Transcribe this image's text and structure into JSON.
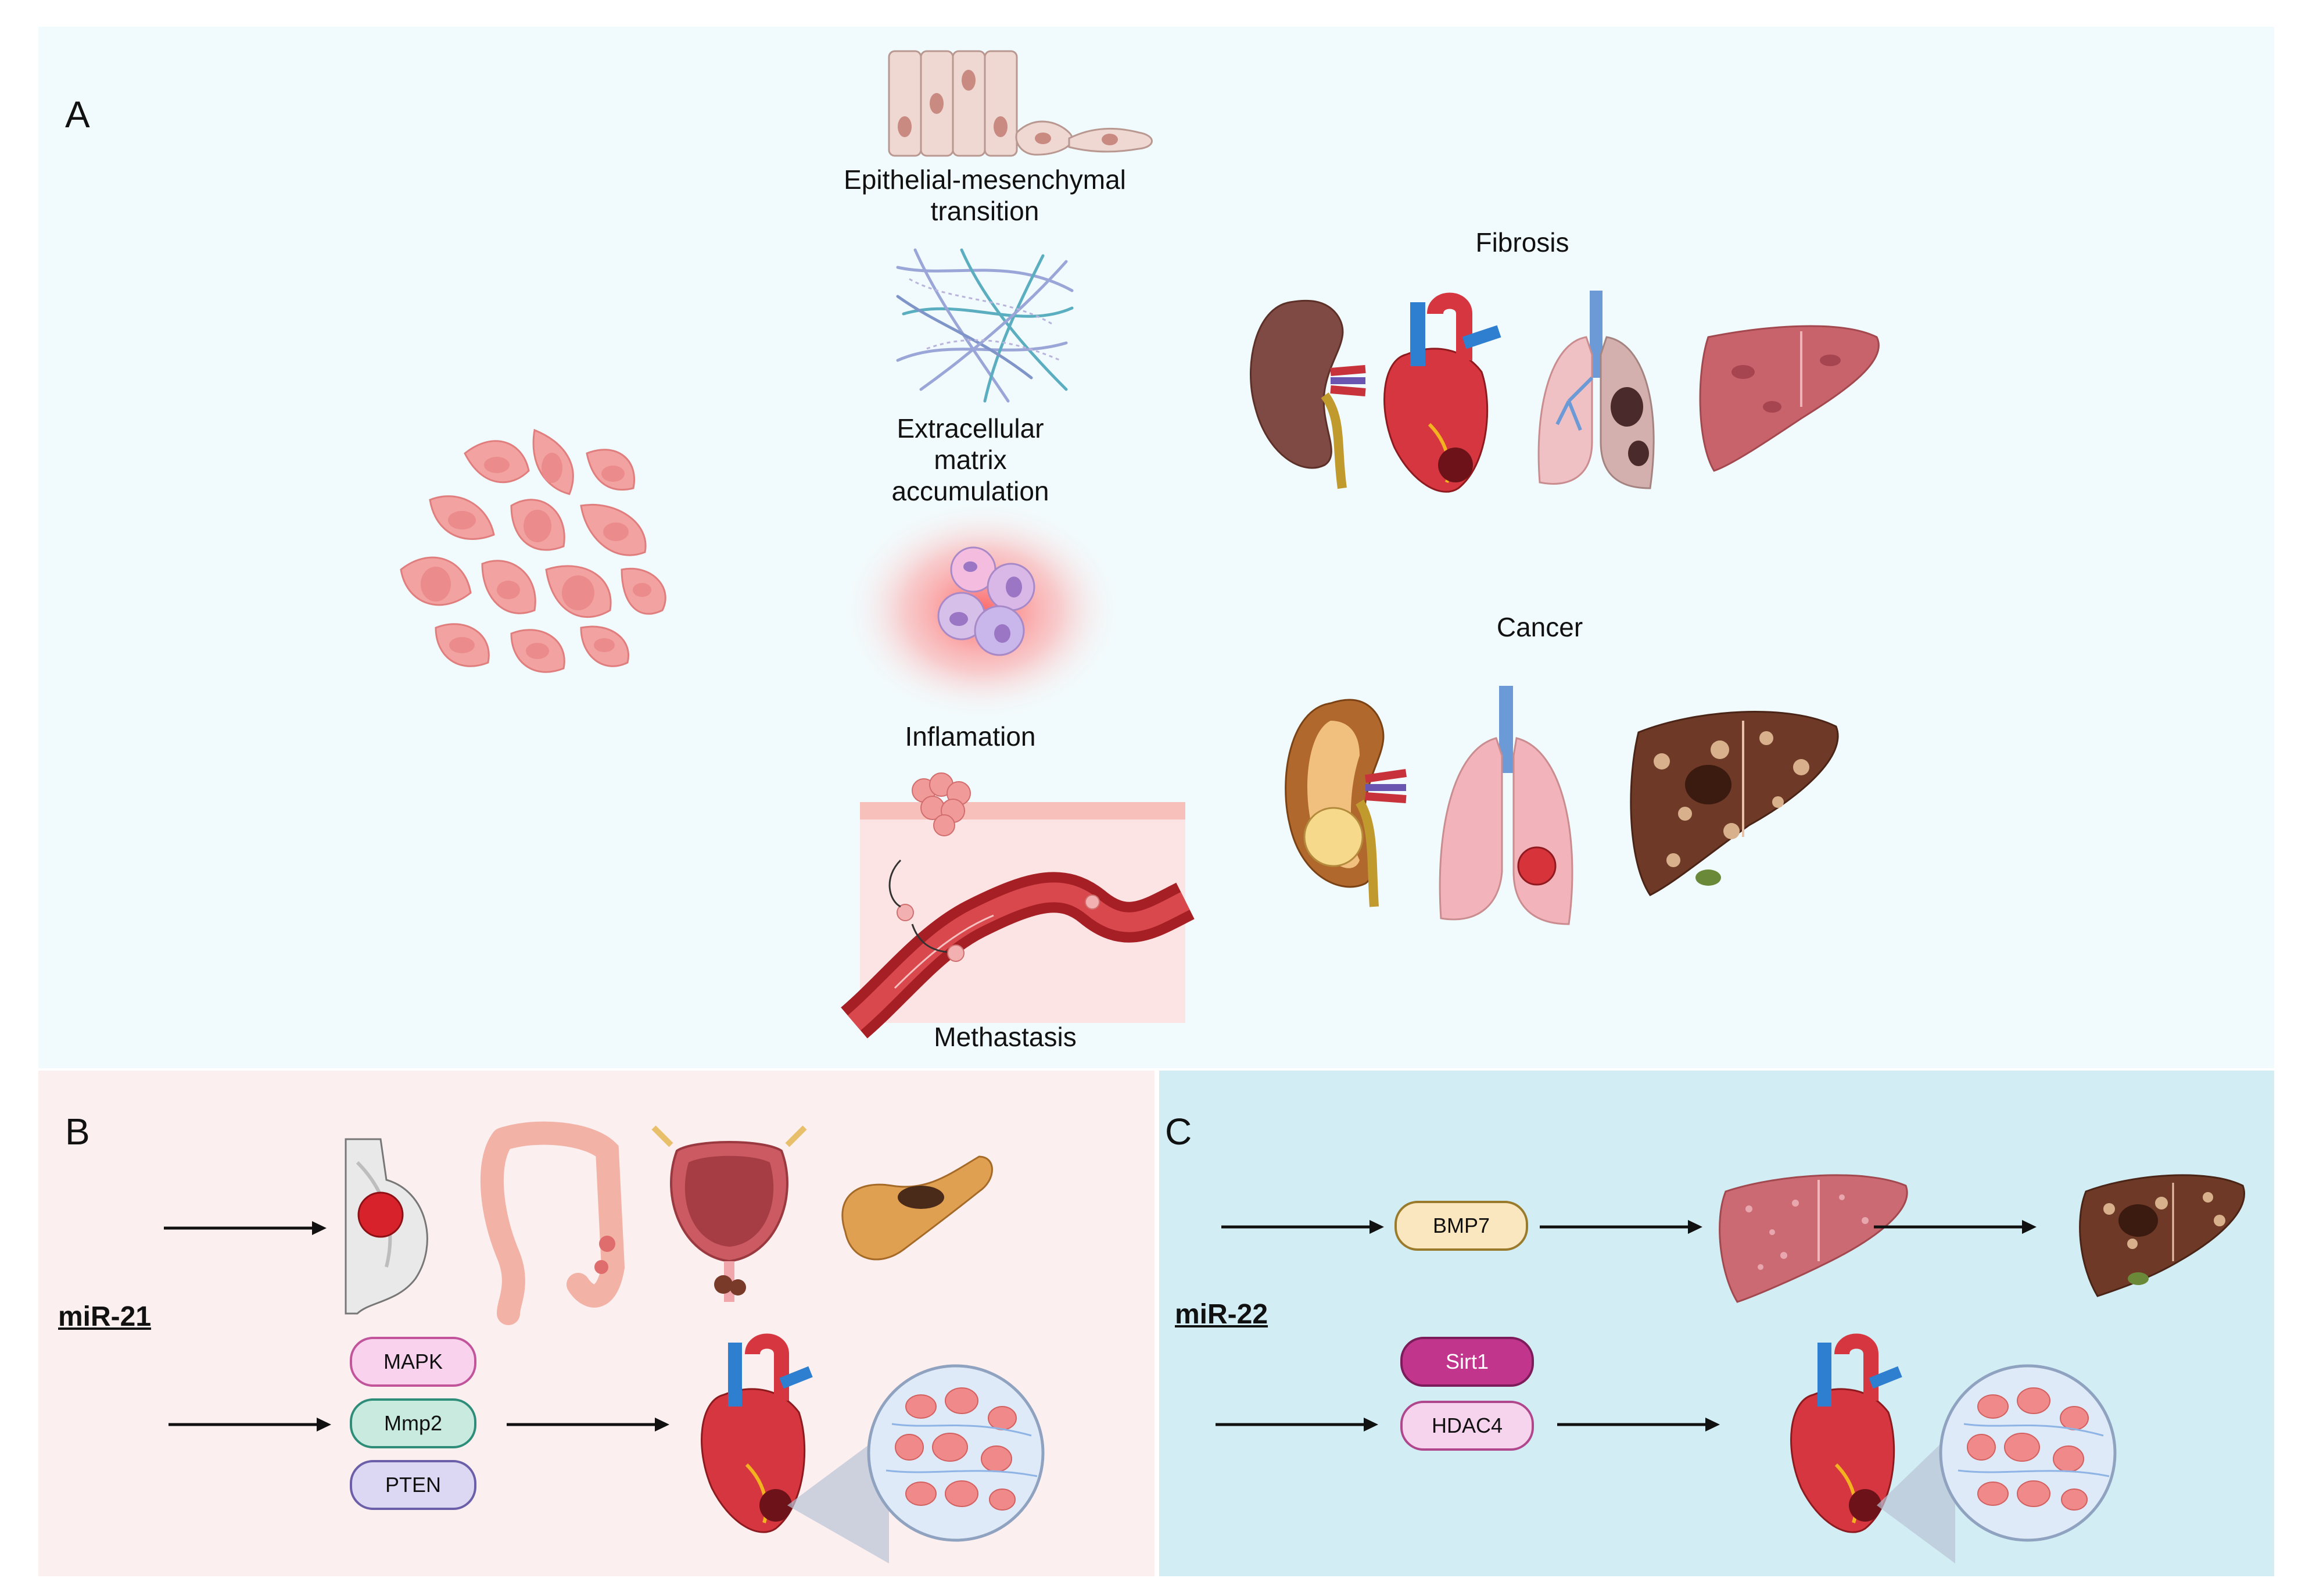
{
  "panel_a": {
    "letter": "A",
    "processes": [
      {
        "label": "Epithelial-mesenchymal\ntransition",
        "icon": "emt-cells-icon"
      },
      {
        "label": "Extracellular\nmatrix\naccumulation",
        "icon": "ecm-fibers-icon"
      },
      {
        "label": "Inflamation",
        "icon": "inflammation-cells-icon"
      },
      {
        "label": "Methastasis",
        "icon": "metastasis-vessel-icon"
      }
    ],
    "fibrosis_label": "Fibrosis",
    "fibrosis_organs": [
      "kidney-icon",
      "heart-icon",
      "lungs-icon",
      "liver-icon"
    ],
    "cancer_label": "Cancer",
    "cancer_organs": [
      "kidney-tumor-icon",
      "lung-tumor-icon",
      "liver-tumor-icon"
    ]
  },
  "panel_b": {
    "letter": "B",
    "mirna": "miR-21",
    "cancer_organs": [
      "breast-tumor-icon",
      "colon-tumor-icon",
      "bladder-tumor-icon",
      "pancreas-tumor-icon"
    ],
    "targets": [
      "MAPK",
      "Mmp2",
      "PTEN"
    ],
    "target_colors": [
      "#f9d3ee",
      "#c8eadf",
      "#dcd7f3"
    ],
    "target_borders": [
      "#c2549c",
      "#2e8d79",
      "#6a5fa8"
    ]
  },
  "panel_c": {
    "letter": "C",
    "mirna": "miR-22",
    "liver_target": "BMP7",
    "liver_target_colors": [
      "#fbe7bf",
      "#9a7a2b"
    ],
    "heart_targets": [
      "Sirt1",
      "HDAC4"
    ],
    "heart_target_colors": [
      "#c2358d",
      "#f7d4ee"
    ],
    "heart_target_borders": [
      "#7d1c5a",
      "#b0468c"
    ]
  }
}
